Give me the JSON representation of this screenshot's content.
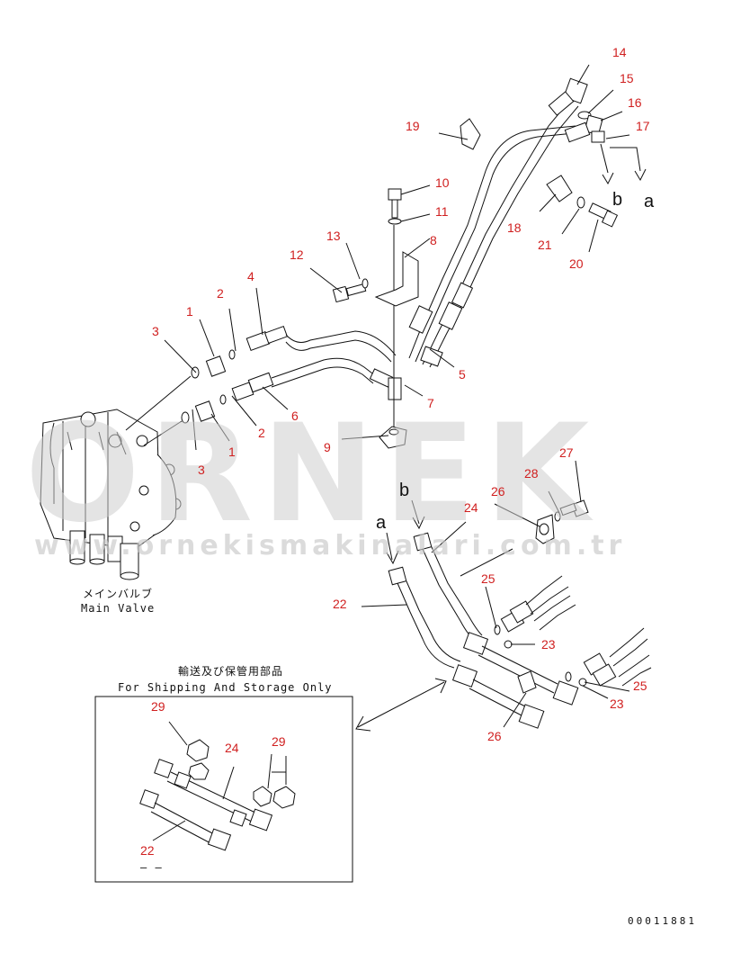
{
  "callouts": {
    "c1a": "1",
    "c1b": "1",
    "c2a": "2",
    "c2b": "2",
    "c3a": "3",
    "c3b": "3",
    "c4": "4",
    "c5": "5",
    "c6": "6",
    "c7": "7",
    "c8": "8",
    "c9": "9",
    "c10": "10",
    "c11": "11",
    "c12": "12",
    "c13": "13",
    "c14": "14",
    "c15": "15",
    "c16": "16",
    "c17": "17",
    "c18": "18",
    "c19": "19",
    "c20": "20",
    "c21": "21",
    "c22a": "22",
    "c22b": "22",
    "c23a": "23",
    "c23b": "23",
    "c24a": "24",
    "c24b": "24",
    "c25a": "25",
    "c25b": "25",
    "c26a": "26",
    "c26b": "26",
    "c27": "27",
    "c28": "28",
    "c29a": "29",
    "c29b": "29"
  },
  "letters": {
    "a1": "a",
    "b1": "b",
    "a2": "a",
    "b2": "b"
  },
  "main_valve": {
    "jp": "メインバルブ",
    "en": "Main Valve"
  },
  "inset": {
    "jp": "輸送及び保管用部品",
    "en": "For Shipping And Storage Only",
    "dash": "– –"
  },
  "watermark": {
    "brand": "ORNEK",
    "url": "www.ornekismakinalari.com.tr"
  },
  "doc_number": "00011881"
}
